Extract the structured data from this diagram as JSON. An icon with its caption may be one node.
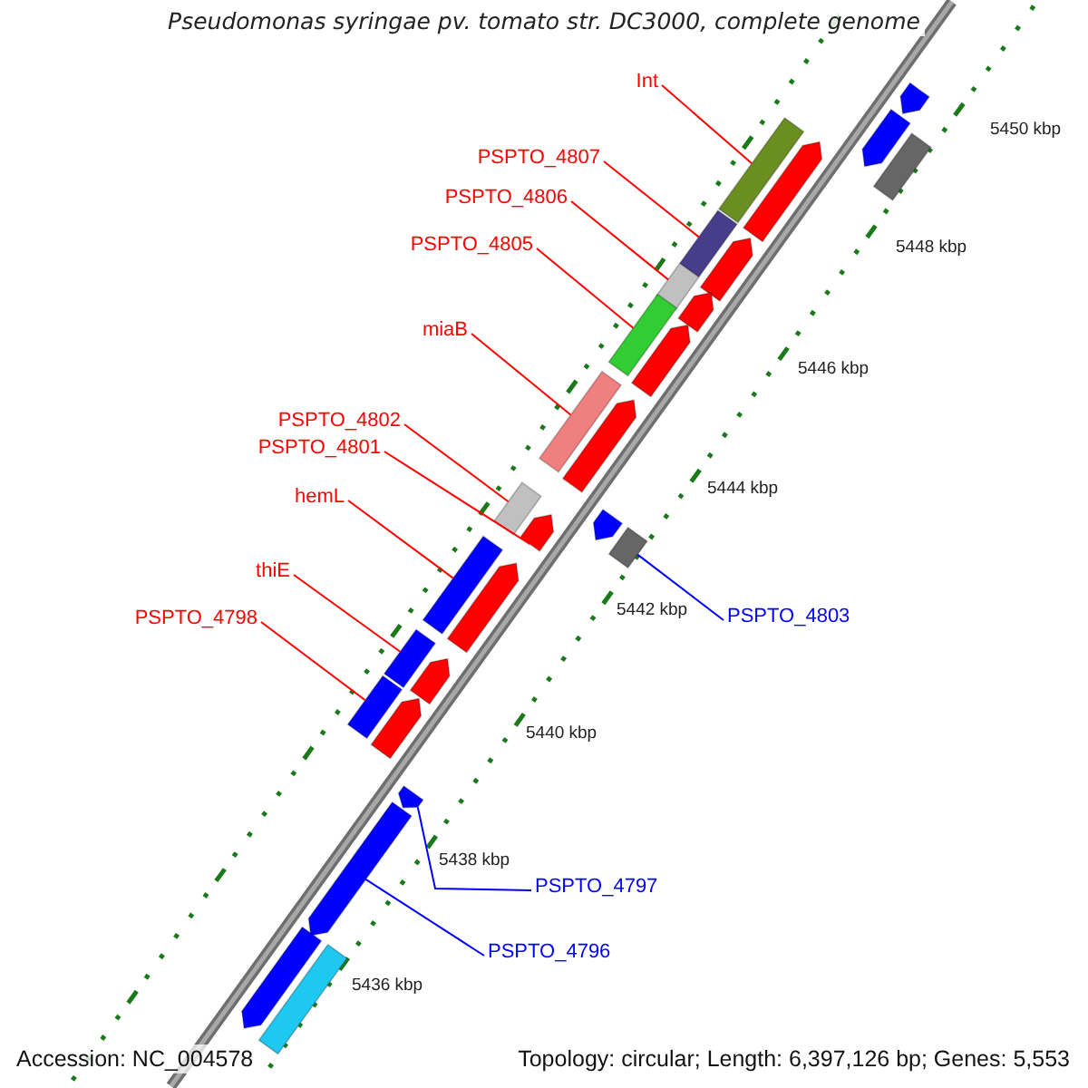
{
  "diagram": {
    "title": "Pseudomonas syringae pv. tomato str. DC3000, complete genome",
    "nodes": [
      {
        "text": [
          "Int"
        ]
      },
      {
        "text": [
          "PSPTO_4807"
        ]
      },
      {
        "text": [
          "PSPTO_4806"
        ]
      },
      {
        "text": [
          "PSPTO_4805"
        ]
      },
      {
        "text": [
          "miaB"
        ]
      },
      {
        "text": [
          "PSPTO_4802"
        ]
      },
      {
        "text": [
          "PSPTO_4801"
        ]
      },
      {
        "text": [
          "hemL"
        ]
      },
      {
        "text": [
          "thiE"
        ]
      },
      {
        "text": [
          "PSPTO_4798"
        ]
      },
      {
        "text": [
          "PSPTO_4803"
        ]
      },
      {
        "text": [
          "PSPTO_4797"
        ]
      },
      {
        "text": [
          "PSPTO_4796"
        ]
      },
      {
        "text": [],
        "shape": "bar"
      },
      {
        "text": [],
        "shape": "bar"
      },
      {
        "text": [],
        "shape": "bar"
      },
      {
        "text": [],
        "shape": "bar"
      },
      {
        "text": [],
        "shape": "bar"
      },
      {
        "text": [],
        "shape": "bar"
      },
      {
        "text": [],
        "shape": "bar"
      },
      {
        "text": [],
        "shape": "bar"
      },
      {
        "text": [],
        "shape": "bar"
      },
      {
        "text": [],
        "shape": "bar"
      },
      {
        "text": [],
        "shape": "bar"
      },
      {
        "text": [],
        "shape": "bar"
      },
      {
        "text": [],
        "shape": "bar"
      },
      {
        "text": [],
        "shape": "bar"
      },
      {
        "text": [],
        "shape": "bar"
      },
      {
        "text": [],
        "shape": "bar"
      },
      {
        "text": [],
        "shape": "bar"
      },
      {
        "text": [],
        "shape": "bar"
      },
      {
        "text": [],
        "shape": "bar"
      },
      {
        "text": [],
        "shape": "bar"
      },
      {
        "text": [],
        "shape": "bar"
      },
      {
        "text": [],
        "shape": "bar"
      },
      {
        "text": [],
        "shape": "bar"
      },
      {
        "text": [],
        "shape": "bar"
      },
      {
        "text": [],
        "shape": "bar"
      },
      {
        "text": [],
        "shape": "bar"
      },
      {
        "text": [],
        "shape": "bar"
      }
    ],
    "edges": [
      {
        "from": 0,
        "to": 16,
        "arrow": "none"
      },
      {
        "from": 1,
        "to": 18,
        "arrow": "none"
      },
      {
        "from": 2,
        "to": 20,
        "arrow": "none"
      },
      {
        "from": 3,
        "to": 22,
        "arrow": "none"
      },
      {
        "from": 4,
        "to": 24,
        "arrow": "none"
      },
      {
        "from": 5,
        "to": 26,
        "arrow": "none"
      },
      {
        "from": 6,
        "to": 28,
        "arrow": "none"
      },
      {
        "from": 7,
        "to": 30,
        "arrow": "none"
      },
      {
        "from": 8,
        "to": 32,
        "arrow": "none"
      },
      {
        "from": 9,
        "to": 34,
        "arrow": "none"
      },
      {
        "from": 10,
        "to": 29,
        "arrow": "none",
        "color": "#0000ff"
      },
      {
        "from": 11,
        "to": 36,
        "arrow": "none",
        "color": "#0000ff"
      },
      {
        "from": 12,
        "to": 37,
        "arrow": "none",
        "color": "#0000ff"
      }
    ],
    "labels": [
      "5450 kbp",
      "5448 kbp",
      "5446 kbp",
      "5444 kbp",
      "5442 kbp",
      "5440 kbp",
      "5438 kbp",
      "5436 kbp",
      "Accession: NC_004578",
      "Topology: circular; Length: 6,397,126 bp; Genes: 5,553"
    ]
  }
}
